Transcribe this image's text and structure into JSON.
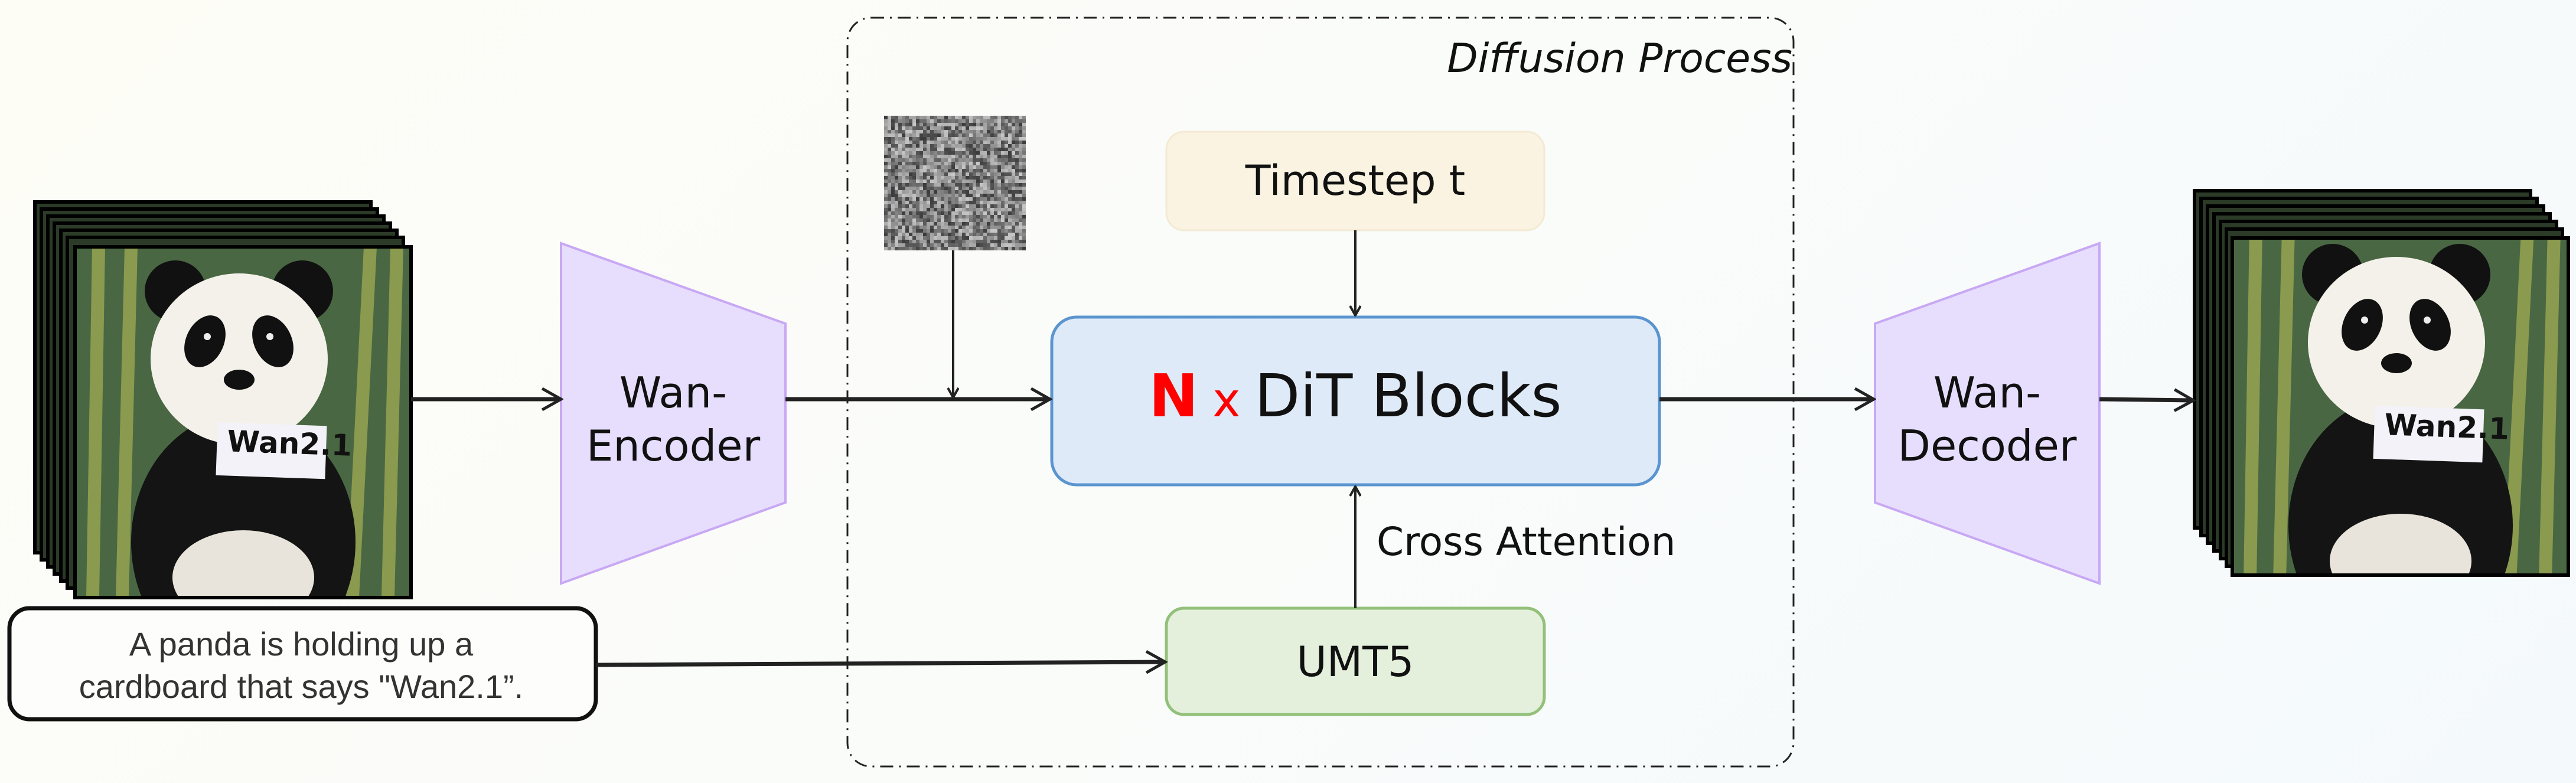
{
  "diagram": {
    "diffusion_label": "Diffusion Process",
    "timestep_label": "Timestep t",
    "dit": {
      "multiplier": "N",
      "times": "x",
      "label": "DiT Blocks"
    },
    "cross_attention_label": "Cross Attention",
    "umt5_label": "UMT5",
    "encoder_label": [
      "Wan-",
      "Encoder"
    ],
    "decoder_label": [
      "Wan-",
      "Decoder"
    ],
    "prompt_lines": [
      "A panda is holding up a",
      "cardboard that says \"Wan2.1”."
    ],
    "sign_text": "Wan2.1",
    "colors": {
      "timestep_fill": "#faf3e1",
      "dit_fill": "#dfeaf9",
      "dit_stroke": "#5b95cf",
      "umt5_fill": "#e4f0dc",
      "umt5_stroke": "#93c07a",
      "trapezoid_fill": "#e7defd",
      "trapezoid_stroke": "#c8a8f4",
      "accent_red": "#ff0000"
    },
    "icons": {
      "input_video": "panda-video-frames",
      "output_video": "panda-video-frames",
      "noise": "gaussian-noise-image"
    }
  }
}
